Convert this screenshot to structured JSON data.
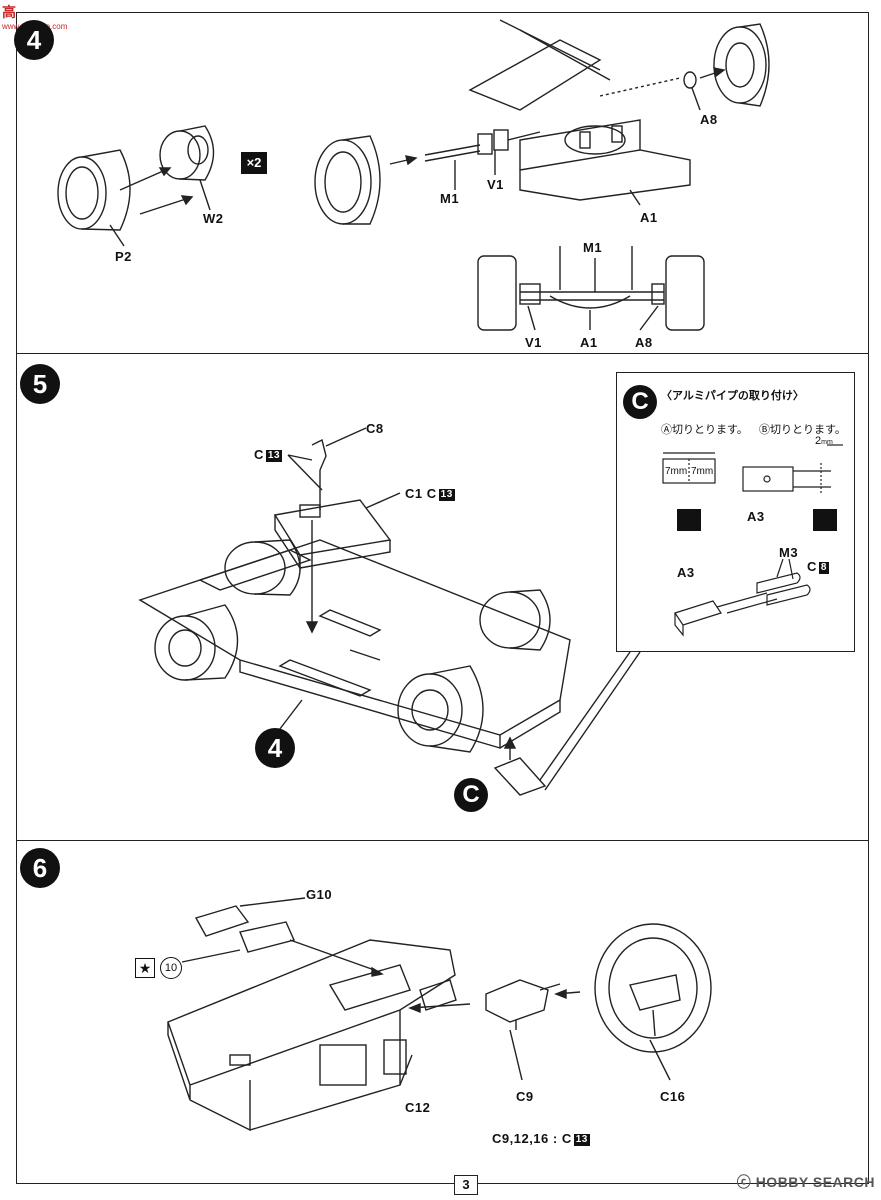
{
  "watermark": {
    "top_logo": "高",
    "top_site": "www.mahobo.com",
    "bottom": "HOBBY SEARCH",
    "bottom_prefix": "ⓒ"
  },
  "page_number": "3",
  "steps": [
    {
      "number": "4",
      "multiplier": "×2",
      "labels": {
        "p2": "P2",
        "w2": "W2",
        "m1": "M1",
        "v1": "V1",
        "a1": "A1",
        "a8": "A8",
        "m1b": "M1",
        "v1b": "V1",
        "a1b": "A1",
        "a8b": "A8"
      }
    },
    {
      "number": "5",
      "labels": {
        "c8": "C8",
        "c13_a": "C",
        "c13_a_box": "13",
        "c1": "C1",
        "c1_c": "C",
        "c1_box": "13",
        "ref4": "4",
        "callout": "C"
      },
      "inset": {
        "circle": "C",
        "title": "〈アルミパイプの取り付け〉",
        "step_a": "Ⓐ切りとります。",
        "step_b": "Ⓑ切りとります。",
        "dim_2mm": "2",
        "dim_2mm_unit": "mm",
        "dim_7mm_a": "7mm",
        "dim_7mm_b": "7mm",
        "a3_top": "A3",
        "m3": "M3",
        "c8_c": "C",
        "c8_box": "8",
        "a3_bottom": "A3"
      }
    },
    {
      "number": "6",
      "labels": {
        "g10": "G10",
        "paint_star": "★",
        "paint_num": "10",
        "c12": "C12",
        "c9": "C9",
        "c16": "C16",
        "note": "C9,12,16 :",
        "note_c": "C",
        "note_box": "13"
      }
    }
  ]
}
